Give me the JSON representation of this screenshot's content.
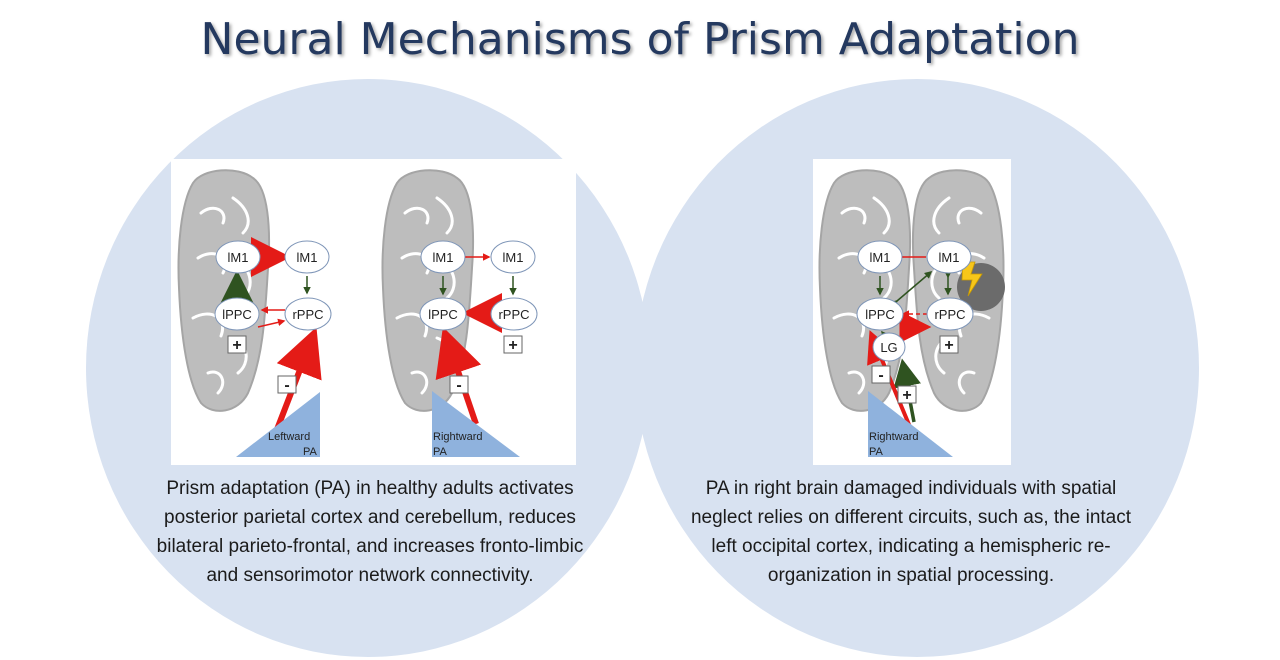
{
  "title": "Neural Mechanisms of Prism Adaptation",
  "left_caption": "Prism adaptation (PA) in healthy adults activates posterior parietal cortex and cerebellum, reduces bilateral parieto-frontal, and increases fronto-limbic and sensorimotor network connectivity.",
  "right_caption": "PA in right brain damaged individuals with spatial neglect relies on different circuits, such as, the intact left occipital cortex, indicating a hemispheric re-organization in spatial processing.",
  "colors": {
    "title": "#24395f",
    "circle": "#d8e2f1",
    "brain": "#b9b9b9",
    "red_arrow": "#e41b17",
    "green_arrow": "#2f5320",
    "prism": "#8fb2dd",
    "lesion": "#6b6b6b",
    "lightning": "#f7c61a"
  },
  "diagrams": {
    "leftward": {
      "m1_left": "lM1",
      "m1_right": "lM1",
      "ppc_left": "lPPC",
      "ppc_right": "rPPC",
      "plus": "+",
      "minus": "-",
      "pa_word": "Leftward",
      "pa_abbr": "PA"
    },
    "rightward": {
      "m1_left": "lM1",
      "m1_right": "lM1",
      "ppc_left": "lPPC",
      "ppc_right": "rPPC",
      "plus": "+",
      "minus": "-",
      "pa_word": "Rightward",
      "pa_abbr": "PA"
    },
    "neglect": {
      "m1_left": "lM1",
      "m1_right": "lM1",
      "ppc_left": "lPPC",
      "ppc_right": "rPPC",
      "lg": "LG",
      "plus_right": "+",
      "minus": "-",
      "plus_lg": "+",
      "pa_word": "Rightward",
      "pa_abbr": "PA"
    }
  }
}
